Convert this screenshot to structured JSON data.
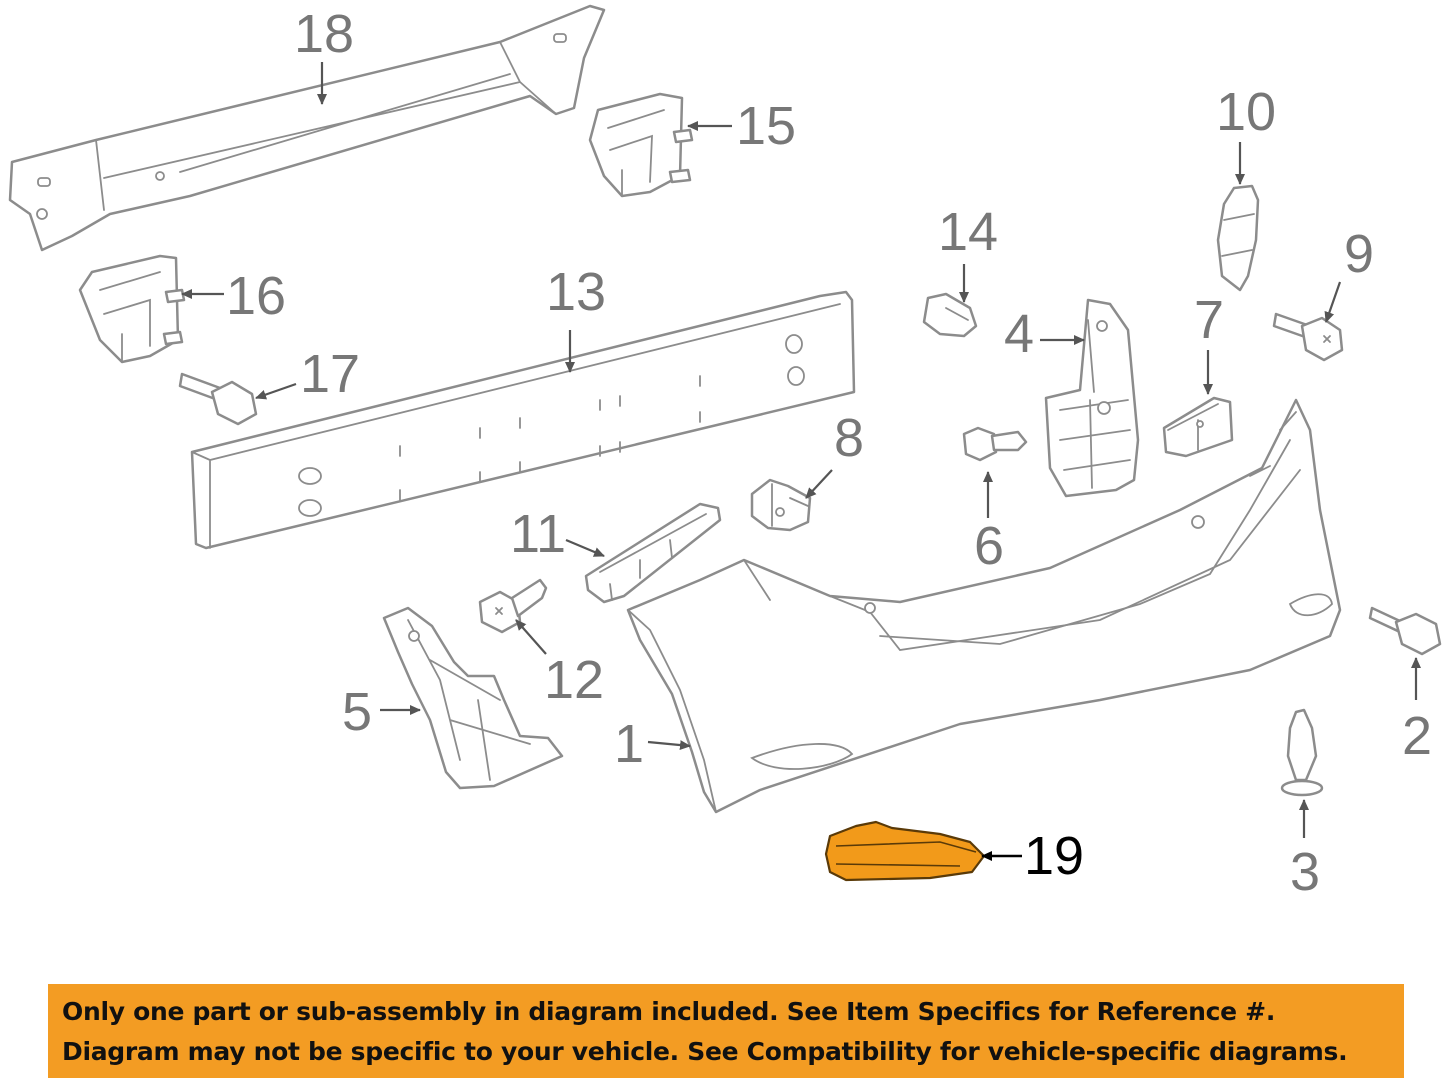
{
  "callouts": {
    "c1": "1",
    "c2": "2",
    "c3": "3",
    "c4": "4",
    "c5": "5",
    "c6": "6",
    "c7": "7",
    "c8": "8",
    "c9": "9",
    "c10": "10",
    "c11": "11",
    "c12": "12",
    "c13": "13",
    "c14": "14",
    "c15": "15",
    "c16": "16",
    "c17": "17",
    "c18": "18",
    "c19": "19"
  },
  "highlighted_part": "19",
  "colors": {
    "banner": "#f39c23",
    "highlight": "#f29a1a",
    "part_line": "#8c8c8c"
  },
  "notice": {
    "line1": "Only one part or sub-assembly in diagram included. See Item Specifics for Reference #.",
    "line2": "Diagram may not be specific to your vehicle. See Compatibility for vehicle-specific diagrams."
  }
}
